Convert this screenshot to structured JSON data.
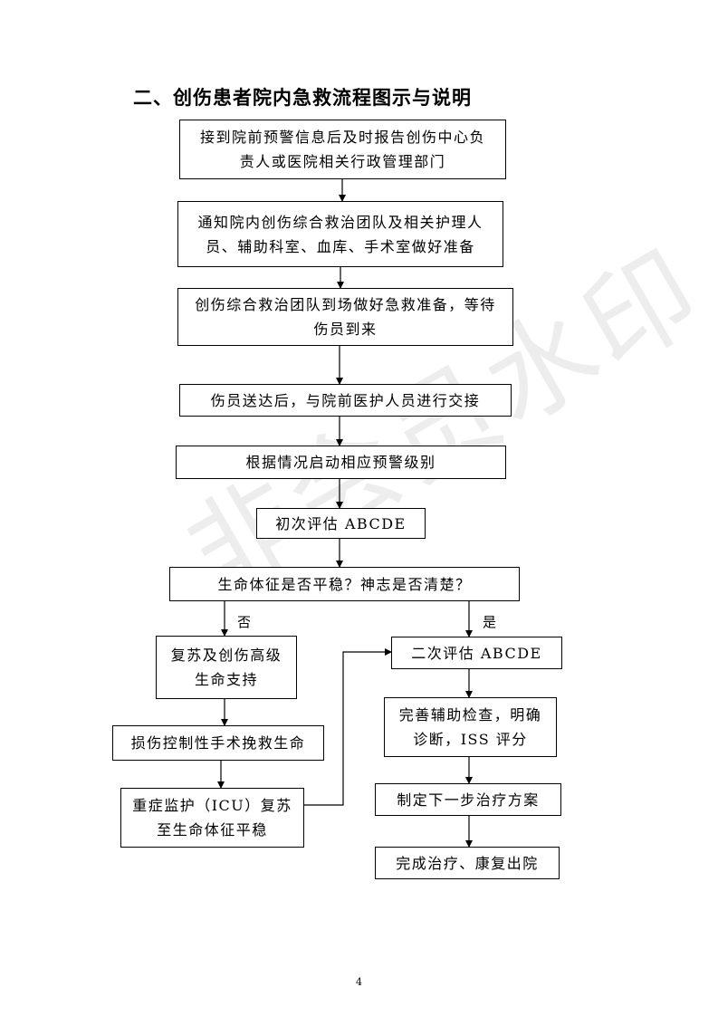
{
  "heading": "二、创伤患者院内急救流程图示与说明",
  "nodes": {
    "n1": "接到院前预警信息后及时报告创伤中心负\n责人或医院相关行政管理部门",
    "n2": "通知院内创伤综合救治团队及相关护理人\n员、辅助科室、血库、手术室做好准备",
    "n3": "创伤综合救治团队到场做好急救准备，等待\n伤员到来",
    "n4": "伤员送达后，与院前医护人员进行交接",
    "n5": "根据情况启动相应预警级别",
    "n6": "初次评估 ABCDE",
    "n7": "生命体征是否平稳？神志是否清楚？",
    "l1": "复苏及创伤高级\n生命支持",
    "l2": "损伤控制性手术挽救生命",
    "l3": "重症监护（ICU）复苏\n至生命体征平稳",
    "r1": "二次评估 ABCDE",
    "r2": "完善辅助检查，明确\n诊断，ISS 评分",
    "r3": "制定下一步治疗方案",
    "r4": "完成治疗、康复出院"
  },
  "labels": {
    "no": "否",
    "yes": "是"
  },
  "watermark": "非会员水印",
  "page_number": "4"
}
